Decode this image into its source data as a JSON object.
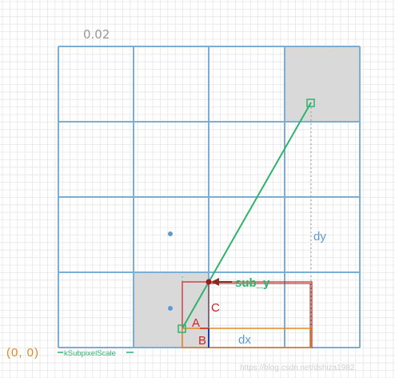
{
  "diagram": {
    "tick_label": "0.02",
    "dy_label": "dy",
    "sub_y_label": "sub_y",
    "c_label": "C",
    "a_label": "A",
    "b_label": "B",
    "dx_label": "dx",
    "origin_label": "(0, 0)",
    "kscale_label": "kSubpixelScale",
    "watermark": "https://blog.csdn.net/dshiza1982"
  },
  "colors": {
    "grid_blue": "#7aaed4",
    "fine_grid": "#e6e6e6",
    "shade": "#d9d9d9",
    "line_green": "#2fb36c",
    "red": "#cc2222",
    "dark_red": "#8b2a1a",
    "orange": "#e08a2a",
    "label_blue": "#5b9bd5",
    "tick_gray": "#999999",
    "dot_blue": "#5b9bd5"
  }
}
